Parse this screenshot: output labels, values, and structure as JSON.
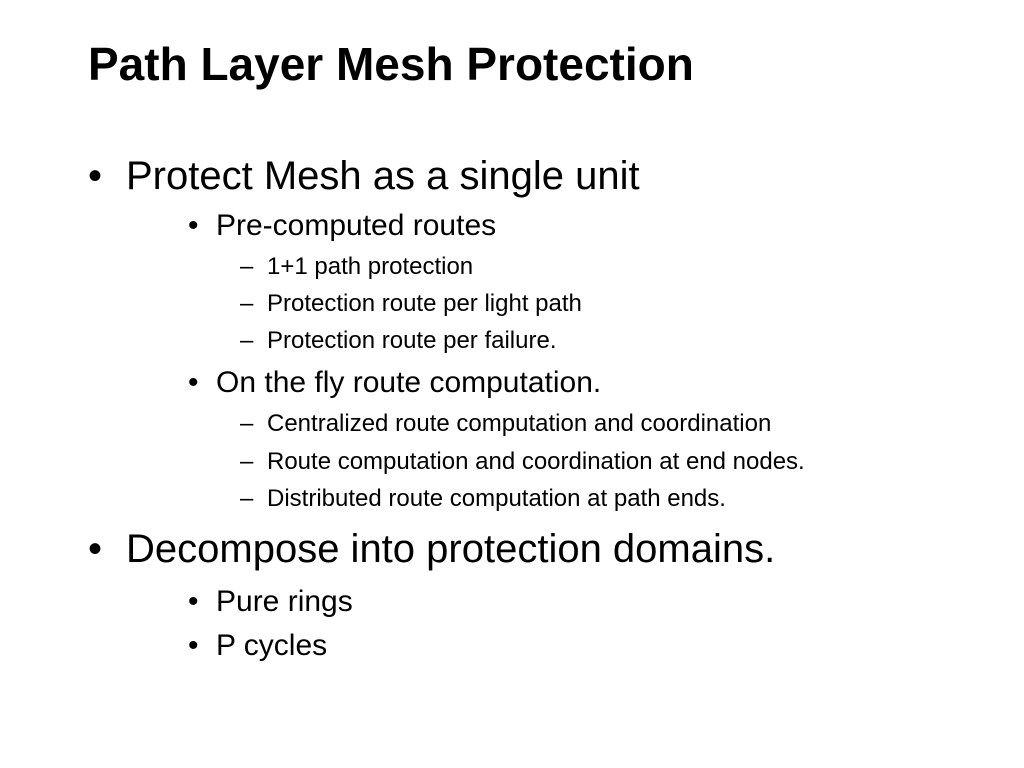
{
  "slide": {
    "title": "Path Layer Mesh Protection",
    "markers": {
      "bullet": "•",
      "dash": "–"
    },
    "items": [
      {
        "text": "Protect Mesh as a single unit",
        "children": [
          {
            "text": "Pre-computed routes",
            "children": [
              "1+1 path protection",
              "Protection route per light path",
              "Protection route per failure."
            ]
          },
          {
            "text": "On the fly route computation.",
            "children": [
              "Centralized route computation and coordination",
              "Route computation and coordination at end nodes.",
              "Distributed route computation at path ends."
            ]
          }
        ]
      },
      {
        "text": "Decompose into protection domains.",
        "children": [
          {
            "text": "Pure rings",
            "children": []
          },
          {
            "text": "P cycles",
            "children": []
          }
        ]
      }
    ]
  }
}
